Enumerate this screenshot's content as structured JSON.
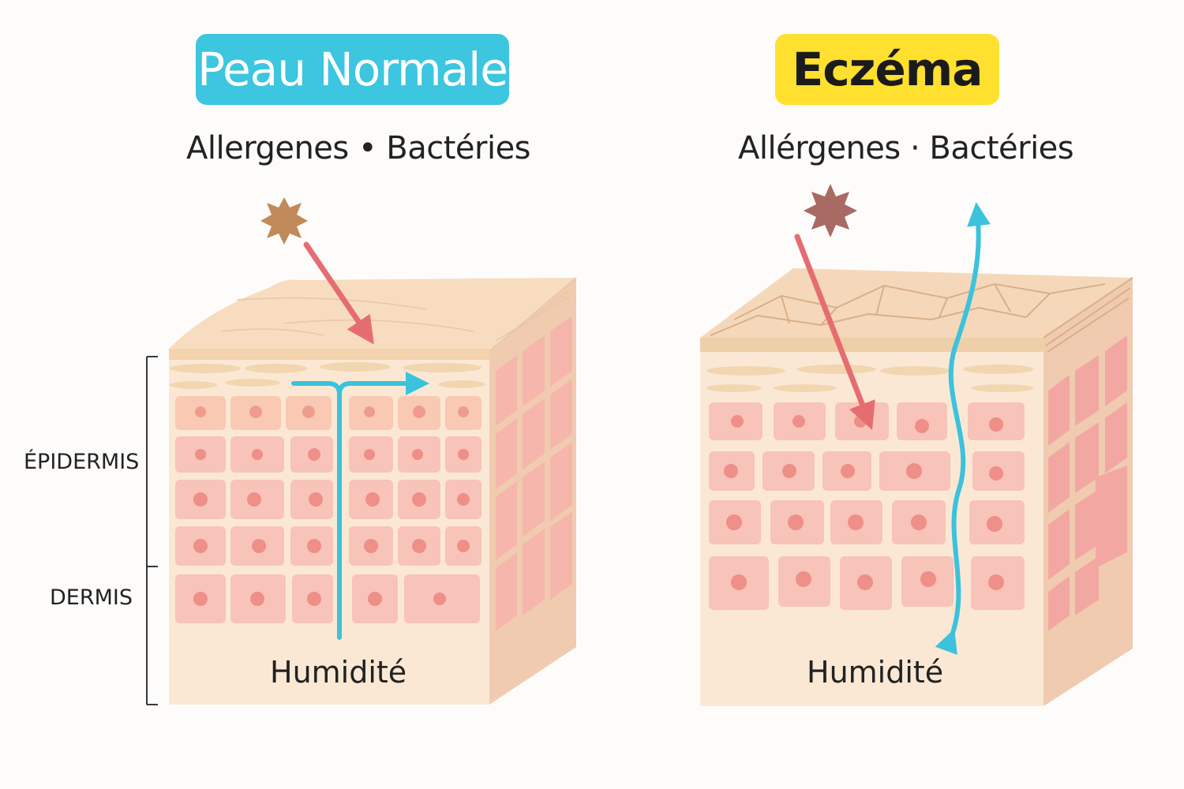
{
  "panels": {
    "normal": {
      "title": "Peau Normale",
      "subtitle": "Allergenes • Bactéries",
      "moisture_label": "Humidité"
    },
    "eczema": {
      "title": "Eczéma",
      "subtitle": "Allérgenes · Bactéries",
      "moisture_label": "Humidité"
    }
  },
  "layers": {
    "epidermis": "ÉPIDERMIS",
    "dermis": "DERMIS"
  },
  "colors": {
    "normal_badge": "#3cc6df",
    "eczema_badge": "#ffe02e",
    "allergen_normal": "#c08a5a",
    "allergen_eczema": "#a86a62",
    "allergen_arrow": "#e56d72",
    "moisture_arrow": "#3cc2dc",
    "cell_fill": "#f8c3b8",
    "cell_nucleus": "#ee8f88",
    "skin_top": "#f7dcc0",
    "skin_side": "#f0cbb0",
    "skin_front": "#fbe8d4"
  },
  "icons": {
    "allergen": "starburst-icon",
    "moisture": "arrow-icon"
  }
}
